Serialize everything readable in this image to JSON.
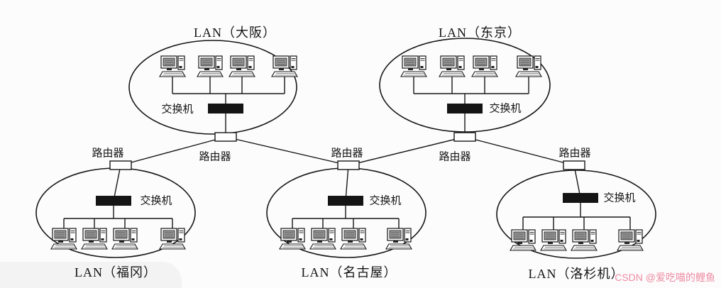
{
  "diagram": {
    "type": "network-topology"
  },
  "lans": [
    {
      "id": "osaka",
      "label": "LAN（大阪）",
      "switch_label": "交换机",
      "computer_count": 4
    },
    {
      "id": "tokyo",
      "label": "LAN（东京）",
      "switch_label": "交换机",
      "computer_count": 4
    },
    {
      "id": "fukuoka",
      "label": "LAN（福冈）",
      "switch_label": "交换机",
      "computer_count": 4
    },
    {
      "id": "nagoya",
      "label": "LAN（名古屋）",
      "switch_label": "交换机",
      "computer_count": 4
    },
    {
      "id": "los-angeles",
      "label": "LAN（洛杉机）",
      "switch_label": "交换机",
      "computer_count": 4
    }
  ],
  "routers": [
    {
      "id": "left",
      "label": "路由器"
    },
    {
      "id": "below-osaka",
      "label": "路由器"
    },
    {
      "id": "center",
      "label": "路由器"
    },
    {
      "id": "below-tokyo",
      "label": "路由器"
    },
    {
      "id": "right",
      "label": "路由器"
    }
  ],
  "watermark": {
    "text": "CSDN @爱吃喵的鲤鱼"
  },
  "colors": {
    "line": "#161616",
    "device": "#141414",
    "watermark": "#ee8ba2",
    "background": "#fcfcfc"
  }
}
